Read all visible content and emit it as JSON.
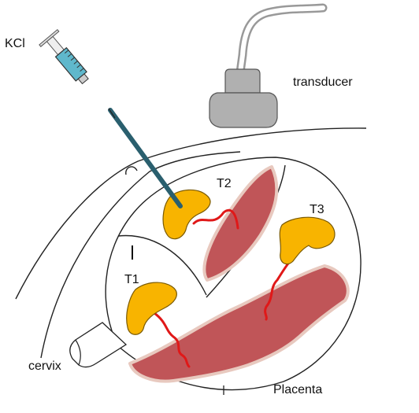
{
  "labels": {
    "kcl": "KCl",
    "transducer": "transducer",
    "t1": "T1",
    "t2": "T2",
    "t3": "T3",
    "cervix": "cervix",
    "placenta": "Placenta"
  },
  "colors": {
    "placenta_fill": "#c05558",
    "placenta_edge": "#e8c9bf",
    "fetus": "#f8b400",
    "fetus_edge": "#7a5a00",
    "cord": "#e01818",
    "transducer": "#b0b0b0",
    "needle": "#2a5f6e",
    "syringe_barrel": "#5fb8cc",
    "line": "#222222"
  }
}
